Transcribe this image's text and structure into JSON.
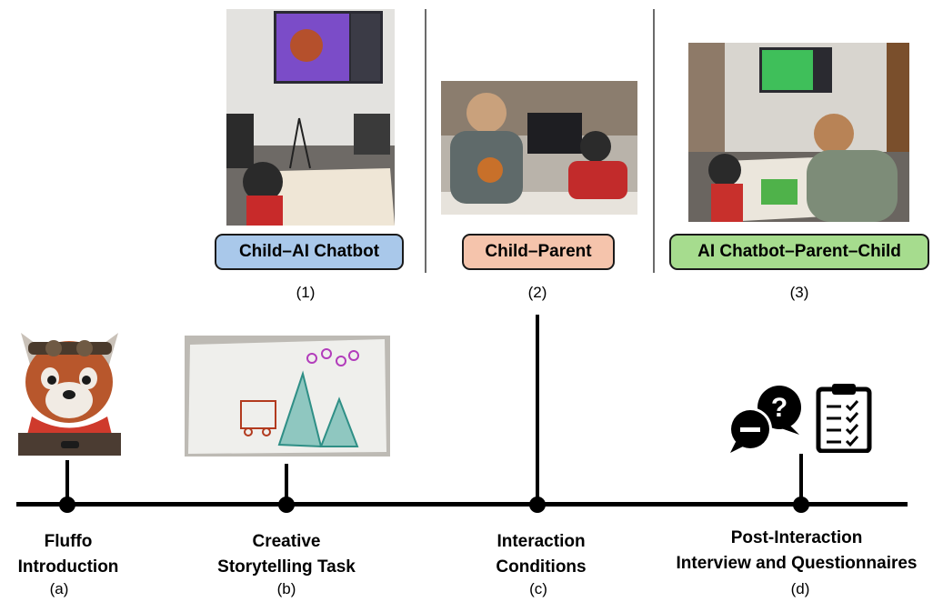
{
  "conditions": [
    {
      "label": "Child–AI Chatbot",
      "number": "(1)",
      "color": "#a9c8ea"
    },
    {
      "label": "Child–Parent",
      "number": "(2)",
      "color": "#f5c4ac"
    },
    {
      "label": "AI Chatbot–Parent–Child",
      "number": "(3)",
      "color": "#a6dc8e"
    }
  ],
  "stages": [
    {
      "line1": "Fluffo",
      "line2": "Introduction",
      "letter": "(a)"
    },
    {
      "line1": "Creative",
      "line2": "Storytelling Task",
      "letter": "(b)"
    },
    {
      "line1": "Interaction",
      "line2": "Conditions",
      "letter": "(c)"
    },
    {
      "line1": "Post-Interaction",
      "line2": "Interview and Questionnaires",
      "letter": "(d)"
    }
  ],
  "icons": [
    "red-panda-mascot-icon",
    "drawing-photo",
    "chat-question-icon",
    "clipboard-checklist-icon"
  ],
  "colors": {
    "timeline": "#000000",
    "divider": "#6b6b6b"
  }
}
